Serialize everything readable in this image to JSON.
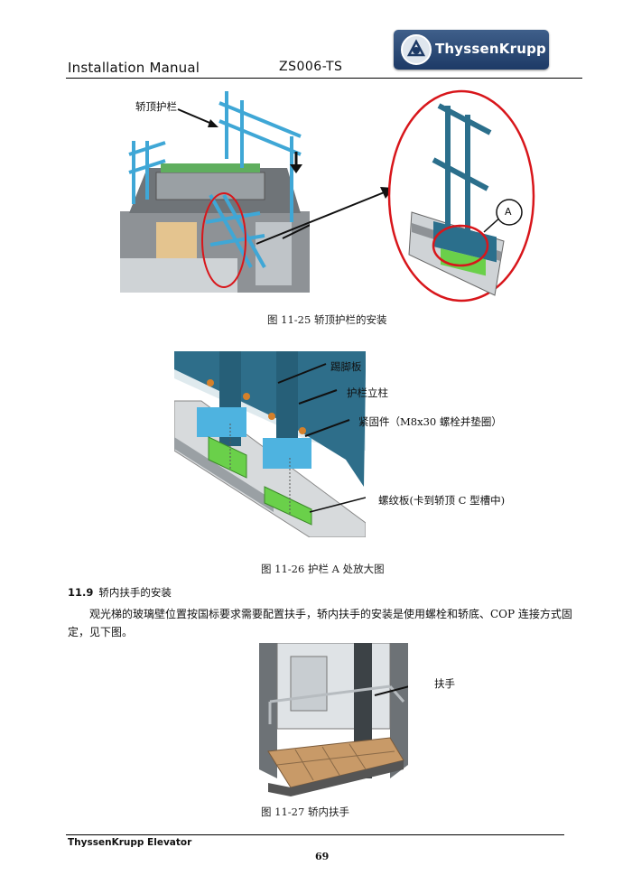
{
  "header": {
    "title": "Installation Manual",
    "doc_code": "ZS006-TS",
    "logo_text": "ThyssenKrupp"
  },
  "figure1": {
    "label_left": "轿顶护栏",
    "callout_letter": "A",
    "caption": "图 11-25 轿顶护栏的安装"
  },
  "figure2": {
    "labels": {
      "toe_board": "踢脚板",
      "rail_post": "护栏立柱",
      "fastener": "紧固件（M8x30 螺栓并垫圈）",
      "thread_plate": "螺纹板(卡到轿顶 C 型槽中)"
    },
    "caption": "图 11-26 护栏 A 处放大图"
  },
  "section": {
    "number": "11.9",
    "title": "轿内扶手的安装",
    "paragraph": "观光梯的玻璃壁位置按国标要求需要配置扶手，轿内扶手的安装是使用螺栓和轿底、COP 连接方式固定，见下图。"
  },
  "figure3": {
    "label": "扶手",
    "caption": "图 11-27 轿内扶手"
  },
  "footer": {
    "company": "ThyssenKrupp Elevator",
    "page": "69"
  },
  "colors": {
    "rail_blue": "#3fa7d6",
    "post_blue": "#2b6f8c",
    "highlight_red": "#d8161b",
    "plate_green": "#6ad04a"
  }
}
